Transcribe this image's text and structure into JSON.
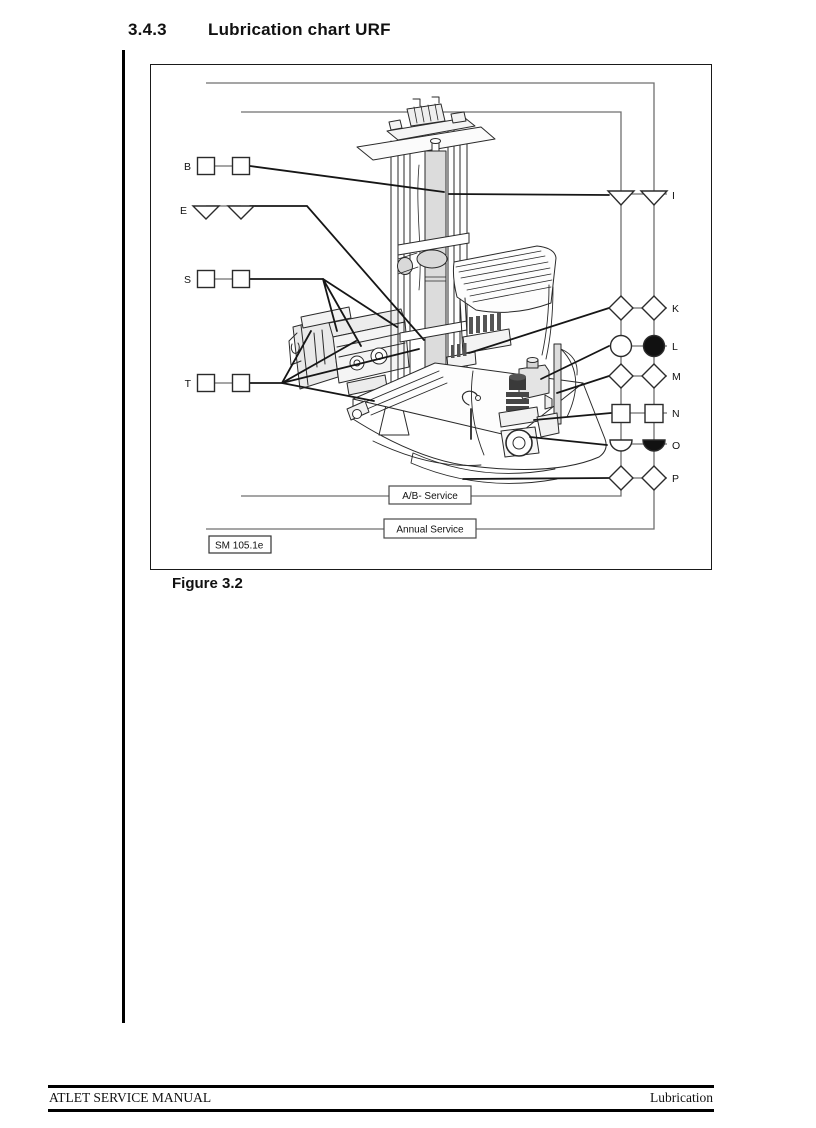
{
  "page": {
    "heading": {
      "number": "3.4.3",
      "title": "Lubrication chart URF"
    },
    "figure": {
      "caption": "Figure 3.2",
      "drawing_ref": "SM 105.1e"
    },
    "footer": {
      "left": "ATLET SERVICE MANUAL",
      "right": "Lubrication"
    }
  },
  "chart": {
    "service_loops": {
      "inner": "A/B- Service",
      "outer": "Annual Service"
    },
    "left_points": [
      {
        "id": "B",
        "symbol": "square"
      },
      {
        "id": "E",
        "symbol": "triangle-down"
      },
      {
        "id": "S",
        "symbol": "square"
      },
      {
        "id": "T",
        "symbol": "square"
      }
    ],
    "right_points": [
      {
        "id": "I",
        "symbol": "triangle-down"
      },
      {
        "id": "K",
        "symbol": "diamond"
      },
      {
        "id": "L",
        "symbol": "circle-filled"
      },
      {
        "id": "M",
        "symbol": "diamond"
      },
      {
        "id": "N",
        "symbol": "square"
      },
      {
        "id": "O",
        "symbol": "half-circle-filled"
      },
      {
        "id": "P",
        "symbol": "diamond"
      }
    ],
    "colors": {
      "line": "#1a1a1a",
      "loop_line": "#6f6f6f",
      "fill_light": "#dcdcdc"
    }
  }
}
